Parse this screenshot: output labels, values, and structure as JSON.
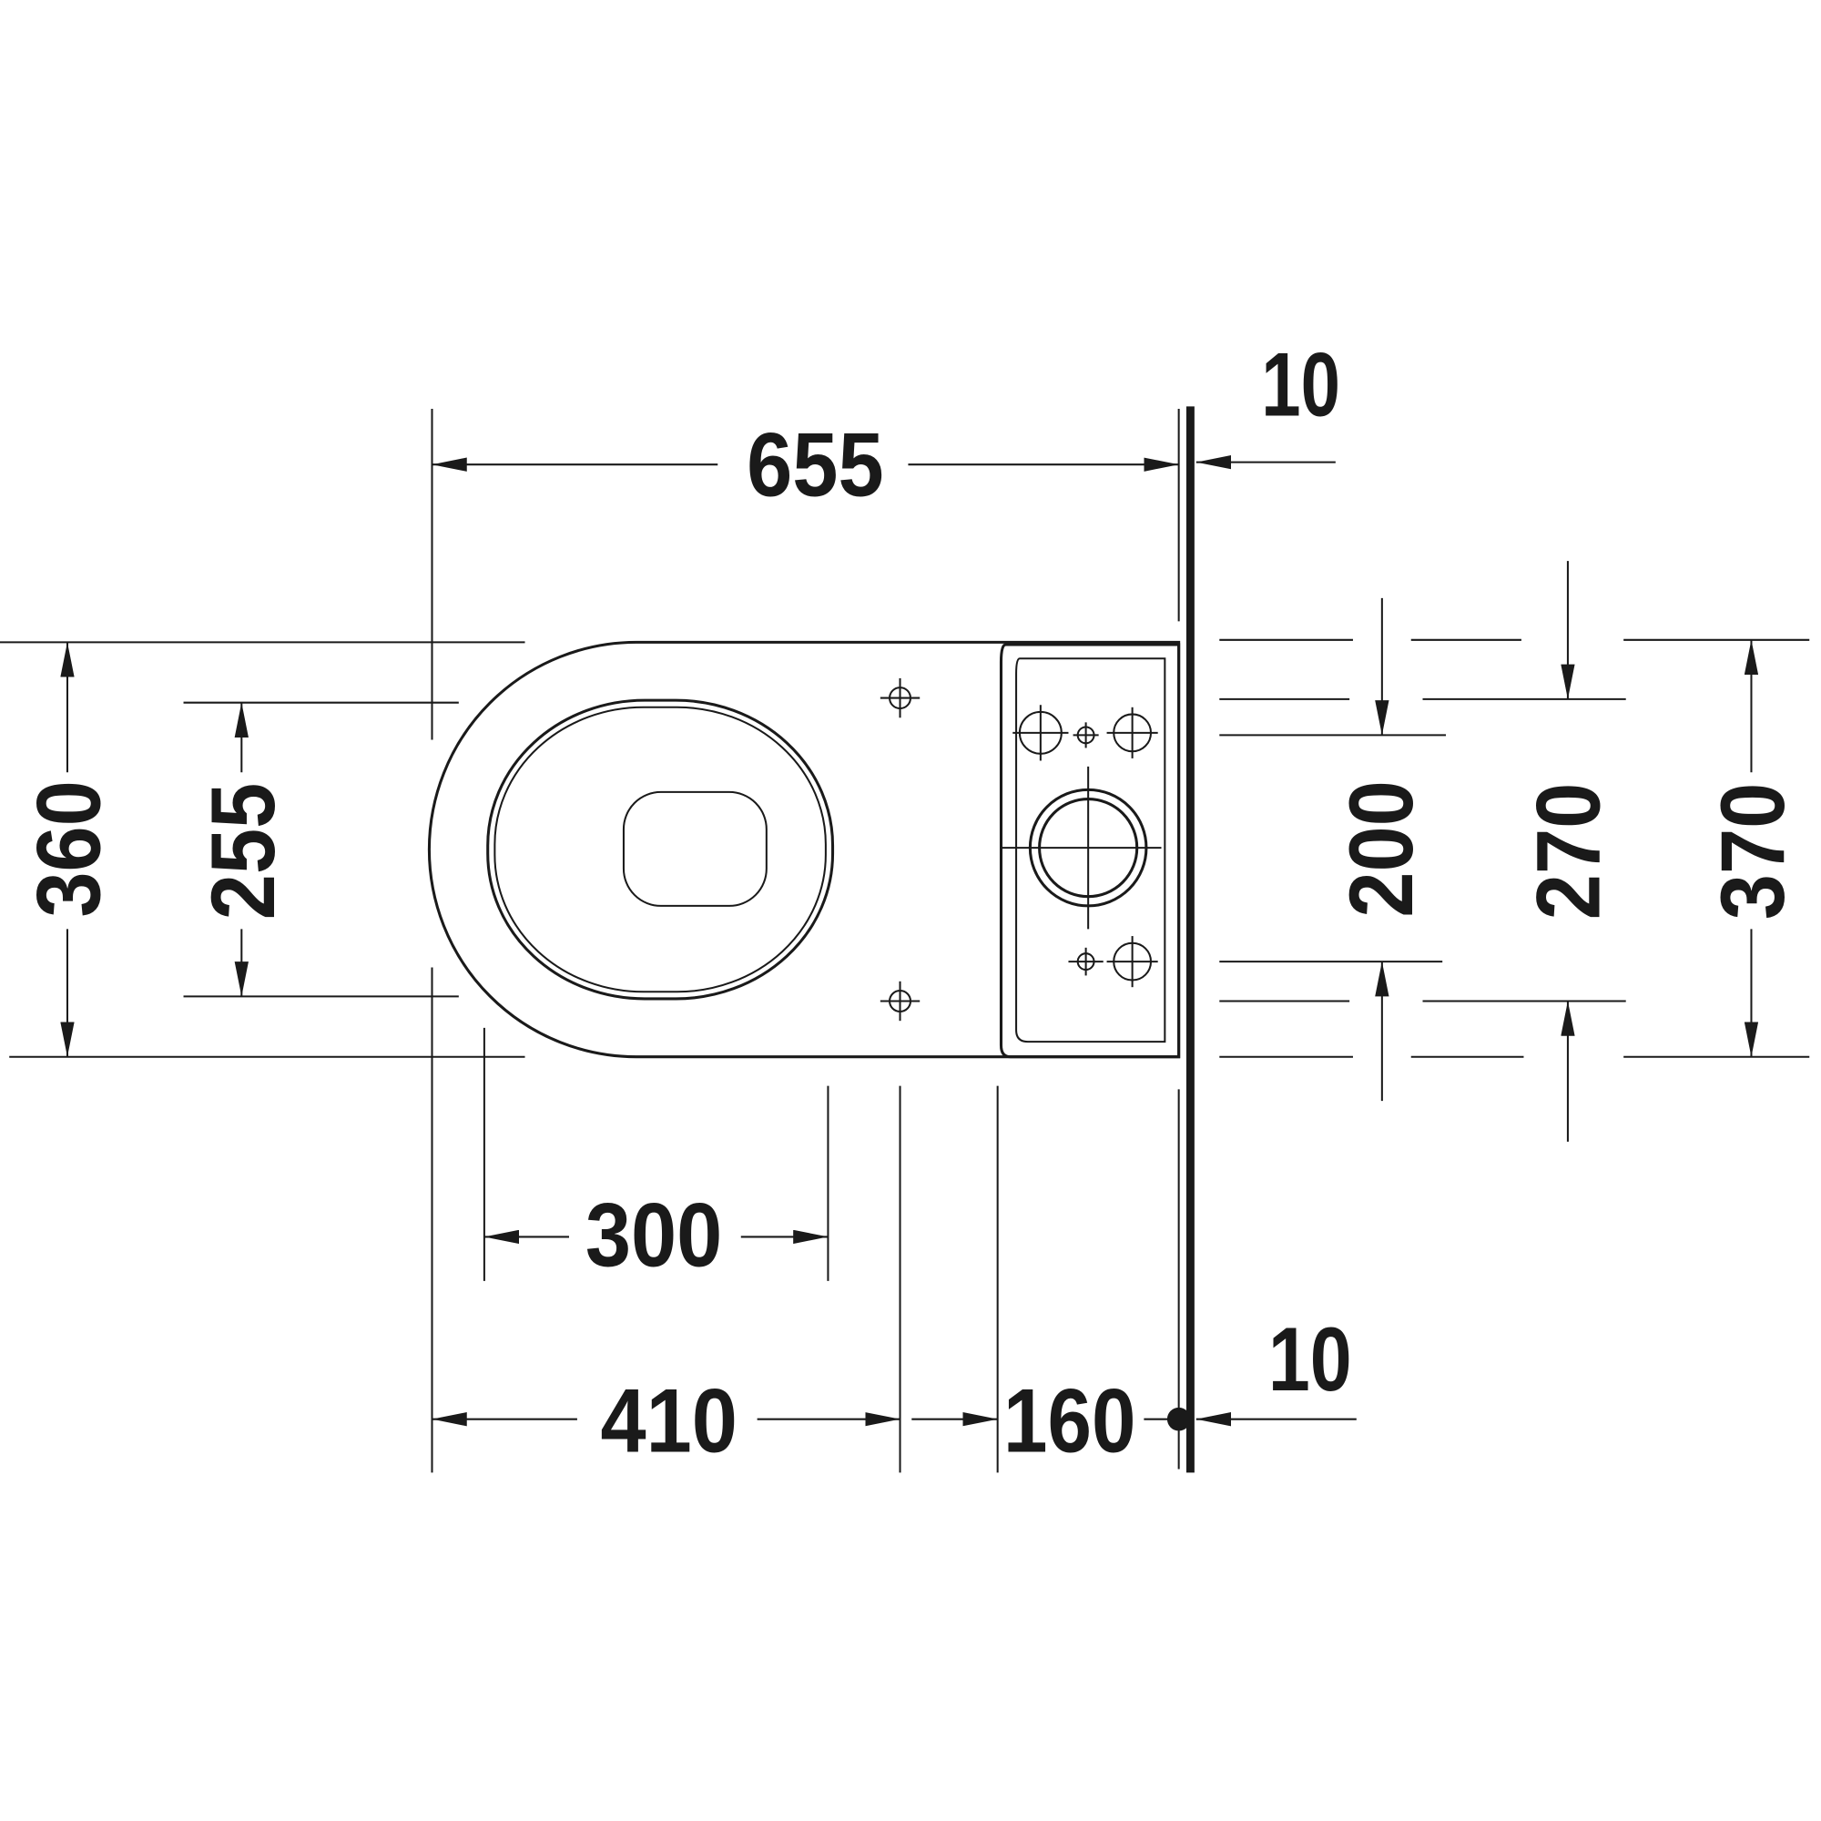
{
  "drawing": {
    "title": "Toilet top view dimension drawing",
    "colors": {
      "ink": "#1a1a1a",
      "background": "#ffffff"
    },
    "dimensions": {
      "overall_length": "655",
      "wall_gap_top": "10",
      "width": "360",
      "seat_width": "255",
      "seat_length": "300",
      "fixing_distance": "410",
      "outlet_distance": "160",
      "wall_gap_bottom": "10",
      "inlet_spacing_200": "200",
      "inlet_spacing_270": "270",
      "total_width_370": "370"
    }
  }
}
